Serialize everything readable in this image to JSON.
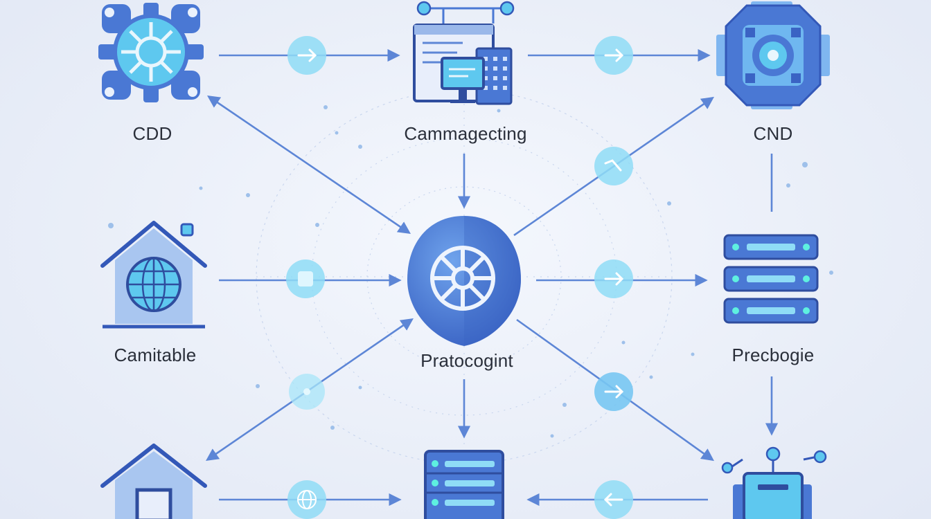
{
  "colors": {
    "primary": "#4a78d4",
    "dark": "#3358b8",
    "light": "#7fb6f0",
    "cyan": "#5ec8ef",
    "bubble": "#8fdcf6",
    "line": "#5d86d6"
  },
  "nodes": [
    {
      "id": "cdd",
      "label": "CDD",
      "icon": "gear-hub-icon"
    },
    {
      "id": "cammagecting",
      "label": "Cammagecting",
      "icon": "computer-terminal-icon"
    },
    {
      "id": "cnd",
      "label": "CND",
      "icon": "chip-octagon-icon"
    },
    {
      "id": "camitable",
      "label": "Camitable",
      "icon": "house-globe-icon"
    },
    {
      "id": "pratocogint",
      "label": "Pratocogint",
      "icon": "network-hub-icon"
    },
    {
      "id": "precbogie",
      "label": "Precbogie",
      "icon": "server-stack-icon"
    },
    {
      "id": "house-bottom",
      "label": "",
      "icon": "house-icon"
    },
    {
      "id": "server-bottom",
      "label": "",
      "icon": "server-icon"
    },
    {
      "id": "robot-bottom",
      "label": "",
      "icon": "robot-device-icon"
    }
  ],
  "connector_badges": [
    {
      "id": "b1",
      "icon": "arrow-right-icon"
    },
    {
      "id": "b2",
      "icon": "arrow-right-icon"
    },
    {
      "id": "b3",
      "icon": "square-icon"
    },
    {
      "id": "b4",
      "icon": "arrow-right-icon"
    },
    {
      "id": "b5",
      "icon": "check-icon"
    },
    {
      "id": "b6",
      "icon": "arrow-right-icon"
    },
    {
      "id": "b7",
      "icon": "dot-icon"
    },
    {
      "id": "b8",
      "icon": "globe-icon"
    },
    {
      "id": "b9",
      "icon": "arrow-left-icon"
    }
  ]
}
